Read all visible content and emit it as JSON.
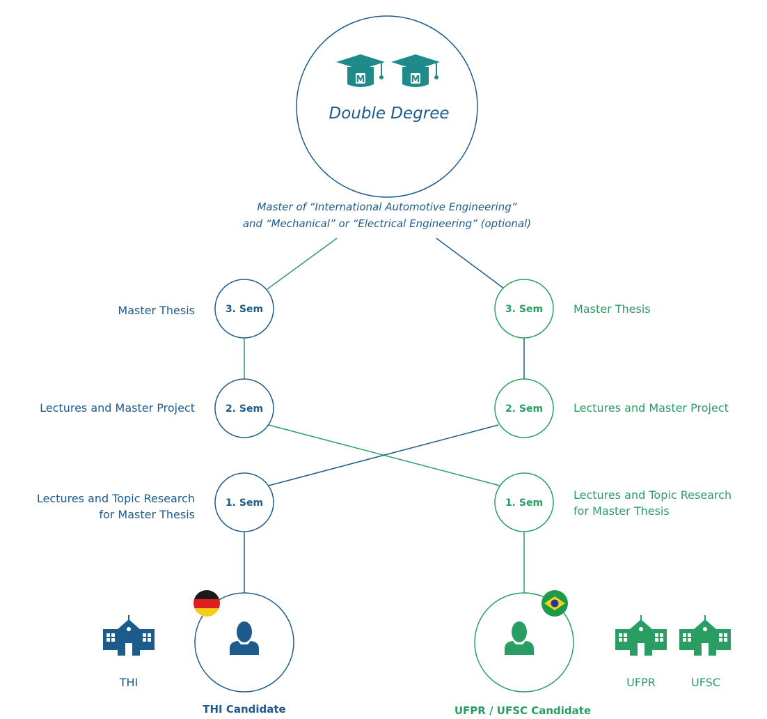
{
  "title": "Double Degree",
  "degree_caption": {
    "line1": "Master of “International Automotive Engineering”",
    "line2": "and “Mechanical” or “Electrical Engineering” (optional)"
  },
  "left_track": {
    "semesters": [
      "3. Sem",
      "2. Sem",
      "1. Sem"
    ],
    "labels": [
      "Master Thesis",
      "Lectures and Master Project",
      "Lectures and Topic Research",
      "for Master Thesis"
    ],
    "institution": "THI",
    "candidate": "THI Candidate"
  },
  "right_track": {
    "semesters": [
      "3. Sem",
      "2. Sem",
      "1. Sem"
    ],
    "labels": [
      "Master Thesis",
      "Lectures and Master Project",
      "Lectures and Topic Research",
      "for Master Thesis"
    ],
    "institutions": [
      "UFPR",
      "UFSC"
    ],
    "candidate": "UFPR / UFSC Candidate"
  },
  "colors": {
    "blue": "#1d5b8c",
    "green": "#2a9d62",
    "teal": "#1f8a8a"
  },
  "icons": {
    "degree": "graduation-cap-icon",
    "person": "person-icon",
    "school": "school-building-icon",
    "flag_left": "germany-flag-icon",
    "flag_right": "brazil-flag-icon"
  }
}
